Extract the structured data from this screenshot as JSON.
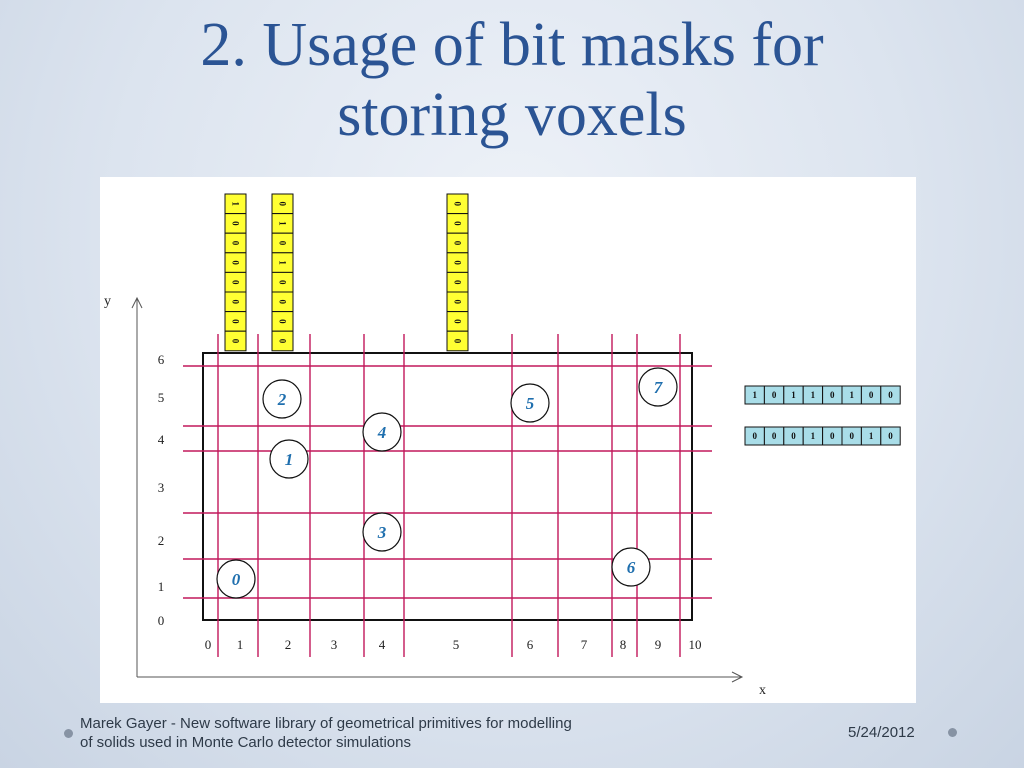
{
  "slide": {
    "title_line1": "2. Usage of bit masks for",
    "title_line2": "storing voxels",
    "footer_line1": "Marek Gayer - New software library of geometrical primitives for modelling",
    "footer_line2": "of solids used in Monte Carlo detector simulations",
    "date": "5/24/2012"
  },
  "diagram": {
    "axis_labels": {
      "x": "x",
      "y": "y"
    },
    "x_ticks": [
      "0",
      "1",
      "2",
      "3",
      "4",
      "5",
      "6",
      "7",
      "8",
      "9",
      "10"
    ],
    "y_ticks": [
      "0",
      "1",
      "2",
      "3",
      "4",
      "5",
      "6"
    ],
    "points": [
      {
        "label": "0"
      },
      {
        "label": "1"
      },
      {
        "label": "2"
      },
      {
        "label": "3"
      },
      {
        "label": "4"
      },
      {
        "label": "5"
      },
      {
        "label": "6"
      },
      {
        "label": "7"
      }
    ],
    "column_masks": [
      {
        "bits": [
          "1",
          "0",
          "0",
          "0",
          "0",
          "0",
          "0",
          "0"
        ]
      },
      {
        "bits": [
          "0",
          "1",
          "0",
          "1",
          "0",
          "0",
          "0",
          "0"
        ]
      },
      {
        "bits": [
          "0",
          "0",
          "0",
          "0",
          "0",
          "0",
          "0",
          "0"
        ]
      }
    ],
    "row_masks": [
      {
        "bits": [
          "1",
          "0",
          "1",
          "1",
          "0",
          "1",
          "0",
          "0"
        ]
      },
      {
        "bits": [
          "0",
          "0",
          "0",
          "1",
          "0",
          "0",
          "1",
          "0"
        ]
      }
    ],
    "colors": {
      "grid_line": "#c2185b",
      "point": "#1f6fae",
      "column_mask_fill": "#ffff33",
      "row_mask_fill": "#a9dde8",
      "title": "#2b5494"
    }
  }
}
